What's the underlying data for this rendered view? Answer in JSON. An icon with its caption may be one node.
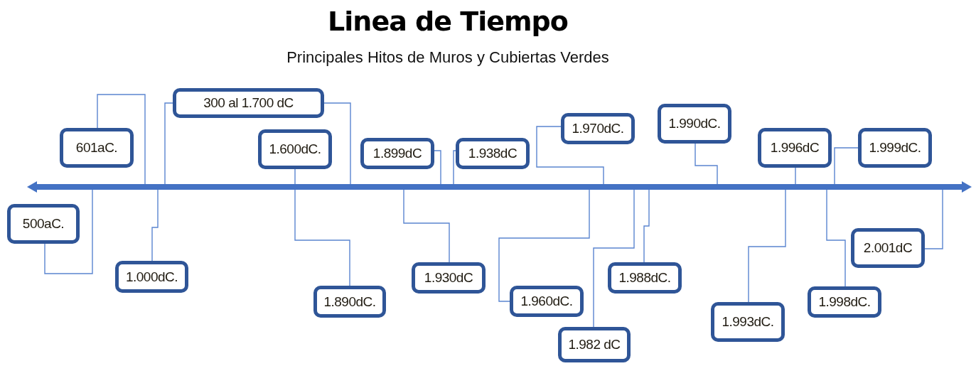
{
  "diagram": {
    "title": "Linea de Tiempo",
    "labels": [
      "Principales Hitos de Muros y Cubiertas Verdes"
    ],
    "nodes": [
      {
        "text": [
          "500aC."
        ]
      },
      {
        "text": [
          "601aC."
        ]
      },
      {
        "text": [
          "1.000dC."
        ]
      },
      {
        "text": [
          "300 al 1.700 dC"
        ]
      },
      {
        "text": [
          "1.600dC."
        ]
      },
      {
        "text": [
          "1.890dC."
        ]
      },
      {
        "text": [
          "1.899dC"
        ]
      },
      {
        "text": [
          "1.930dC"
        ]
      },
      {
        "text": [
          "1.938dC"
        ]
      },
      {
        "text": [
          "1.960dC."
        ]
      },
      {
        "text": [
          "1.970dC."
        ]
      },
      {
        "text": [
          "1.982 dC"
        ]
      },
      {
        "text": [
          "1.988dC."
        ]
      },
      {
        "text": [
          "1.990dC."
        ]
      },
      {
        "text": [
          "1.993dC."
        ]
      },
      {
        "text": [
          "1.996dC"
        ]
      },
      {
        "text": [
          "1.998dC."
        ]
      },
      {
        "text": [
          "1.999dC."
        ]
      },
      {
        "text": [
          "2.001dC"
        ]
      },
      {
        "text": [],
        "shape": "bar"
      }
    ],
    "edges": [
      {
        "from": 0,
        "to": 19,
        "arrow": "none"
      },
      {
        "from": 1,
        "to": 19,
        "arrow": "none"
      },
      {
        "from": 2,
        "to": 19,
        "arrow": "none"
      },
      {
        "from": 3,
        "to": 19,
        "arrow": "none"
      },
      {
        "from": 3,
        "to": 19,
        "arrow": "none"
      },
      {
        "from": 4,
        "to": 5,
        "arrow": "none"
      },
      {
        "from": 6,
        "to": 19,
        "arrow": "none"
      },
      {
        "from": 7,
        "to": 19,
        "arrow": "none"
      },
      {
        "from": 8,
        "to": 19,
        "arrow": "none"
      },
      {
        "from": 9,
        "to": 19,
        "arrow": "none"
      },
      {
        "from": 10,
        "to": 19,
        "arrow": "none"
      },
      {
        "from": 11,
        "to": 19,
        "arrow": "none"
      },
      {
        "from": 12,
        "to": 19,
        "arrow": "none"
      },
      {
        "from": 13,
        "to": 19,
        "arrow": "none"
      },
      {
        "from": 14,
        "to": 19,
        "arrow": "none"
      },
      {
        "from": 15,
        "to": 19,
        "arrow": "none"
      },
      {
        "from": 16,
        "to": 19,
        "arrow": "none"
      },
      {
        "from": 17,
        "to": 19,
        "arrow": "none"
      },
      {
        "from": 18,
        "to": 19,
        "arrow": "none"
      }
    ]
  }
}
